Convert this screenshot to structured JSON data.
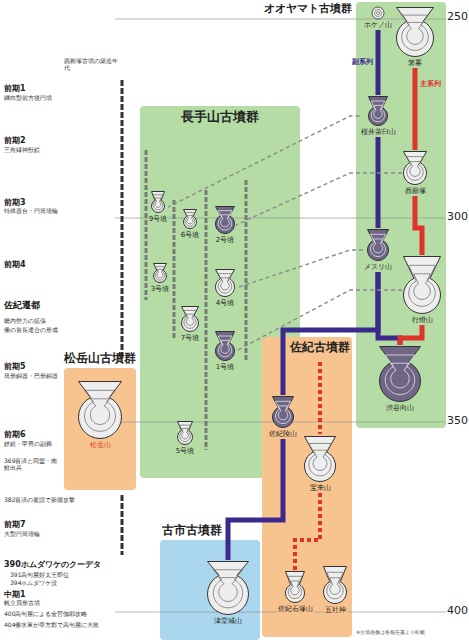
{
  "diagram": {
    "nodes": [
      {
        "text": [
          "オオヤマト古墳群"
        ]
      },
      {
        "text": [
          "ホケノ山"
        ],
        "in": 0
      },
      {
        "text": [
          "箸墓"
        ],
        "in": 0
      },
      {
        "text": [
          "桜井茶臼山"
        ],
        "in": 0
      },
      {
        "text": [
          "西殿塚"
        ],
        "in": 0
      },
      {
        "text": [
          "メスリ山"
        ],
        "in": 0
      },
      {
        "text": [
          "行燈山"
        ],
        "in": 0
      },
      {
        "text": [
          "渋谷向山"
        ],
        "in": 0
      },
      {
        "text": [
          "長手山古墳群"
        ]
      },
      {
        "text": [
          "9号墳"
        ],
        "in": 8
      },
      {
        "text": [
          "6号墳"
        ],
        "in": 8
      },
      {
        "text": [
          "2号墳"
        ],
        "in": 8
      },
      {
        "text": [
          "3号墳"
        ],
        "in": 8
      },
      {
        "text": [
          "4号墳"
        ],
        "in": 8
      },
      {
        "text": [
          "7号墳"
        ],
        "in": 8
      },
      {
        "text": [
          "1号墳"
        ],
        "in": 8
      },
      {
        "text": [
          "5号墳"
        ],
        "in": 8
      },
      {
        "text": [
          "松岳山古墳群"
        ]
      },
      {
        "text": [
          "松岳山"
        ],
        "in": 17
      },
      {
        "text": [
          "佐紀古墳群"
        ]
      },
      {
        "text": [
          "佐紀陵山"
        ],
        "in": 19
      },
      {
        "text": [
          "宝来山"
        ],
        "in": 19
      },
      {
        "text": [
          "佐紀石塚山"
        ],
        "in": 19
      },
      {
        "text": [
          "五社神"
        ],
        "in": 19
      },
      {
        "text": [
          "古市古墳群"
        ]
      },
      {
        "text": [
          "津堂城山"
        ],
        "in": 24
      }
    ],
    "edges": [
      {
        "from": 1,
        "to": 3,
        "arrow": "none"
      },
      {
        "from": 3,
        "to": 5,
        "arrow": "none"
      },
      {
        "from": 5,
        "to": 7,
        "arrow": "none"
      },
      {
        "from": 6,
        "to": 7,
        "arrow": "none"
      },
      {
        "from": 2,
        "to": 4,
        "arrow": "none"
      },
      {
        "from": 4,
        "to": 6,
        "arrow": "none"
      },
      {
        "from": 5,
        "to": 20,
        "arrow": "none"
      },
      {
        "from": 20,
        "to": 25,
        "arrow": "none"
      },
      {
        "from": 21,
        "to": 22,
        "arrow": "none"
      },
      {
        "from": 3,
        "to": 9,
        "arrow": "none"
      },
      {
        "from": 4,
        "to": 11,
        "arrow": "none"
      },
      {
        "from": 5,
        "to": 13,
        "arrow": "none"
      },
      {
        "from": 6,
        "to": 15,
        "arrow": "none"
      }
    ],
    "labels": [
      "250",
      "300",
      "350",
      "400",
      "副系列",
      "主系列",
      "前期1",
      "纒向型前方後円墳",
      "前期2",
      "三角縁神獣鏡",
      "前期3",
      "特殊器台・円筒埴輪",
      "前期4",
      "佐紀遷都",
      "畿内勢力の拡張",
      "倭の首長連合の形成",
      "前期5",
      "筒形銅器・巴形銅器",
      "前期6",
      "鉄鋌・甲冑の副葬",
      "369百済と同盟・南鮮出兵",
      "382百済の要請で新羅攻撃",
      "前期7",
      "大型円筒埴輪",
      "390ホムダワケのクーデタ",
      "391高句麗好太王即位",
      "394ホムダワケ没",
      "中期1",
      "帆立貝形古墳",
      "400高句麗による金官伽耶攻略",
      "404倭水軍が帯方郡で高句麗に大敗",
      "西殿塚古墳の築造年代",
      "※古墳画像は各報告書より転載"
    ]
  }
}
